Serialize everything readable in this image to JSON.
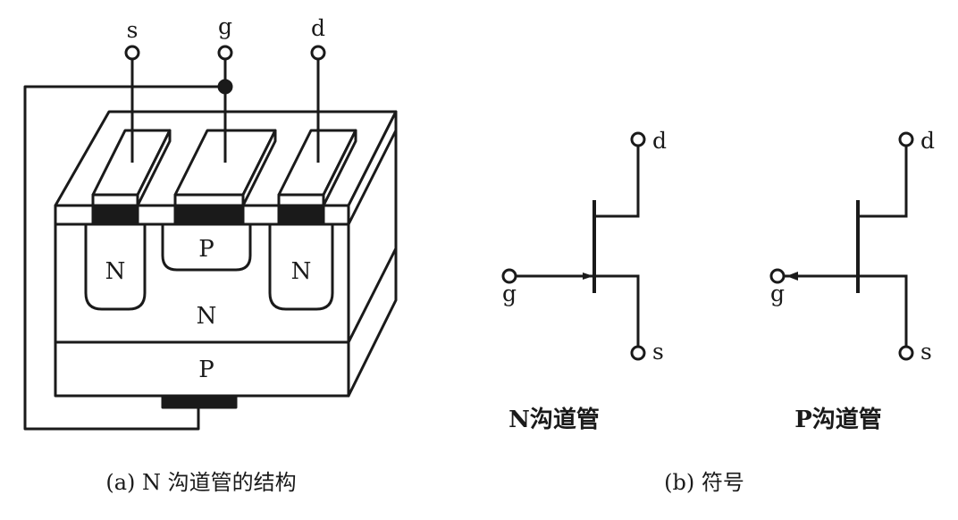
{
  "structure": {
    "terminals": {
      "source": "s",
      "gate": "g",
      "drain": "d"
    },
    "regions": {
      "left_well": "N",
      "gate_region": "P",
      "right_well": "N",
      "channel": "N",
      "substrate": "P"
    },
    "caption": "(a) N 沟道管的结构"
  },
  "symbols": {
    "n_channel": {
      "drain": "d",
      "gate": "g",
      "source": "s",
      "label": "N沟道管"
    },
    "p_channel": {
      "drain": "d",
      "gate": "g",
      "source": "s",
      "label": "P沟道管"
    },
    "caption": "(b) 符号"
  },
  "colors": {
    "ink": "#1a1a1a",
    "background": "#ffffff"
  }
}
